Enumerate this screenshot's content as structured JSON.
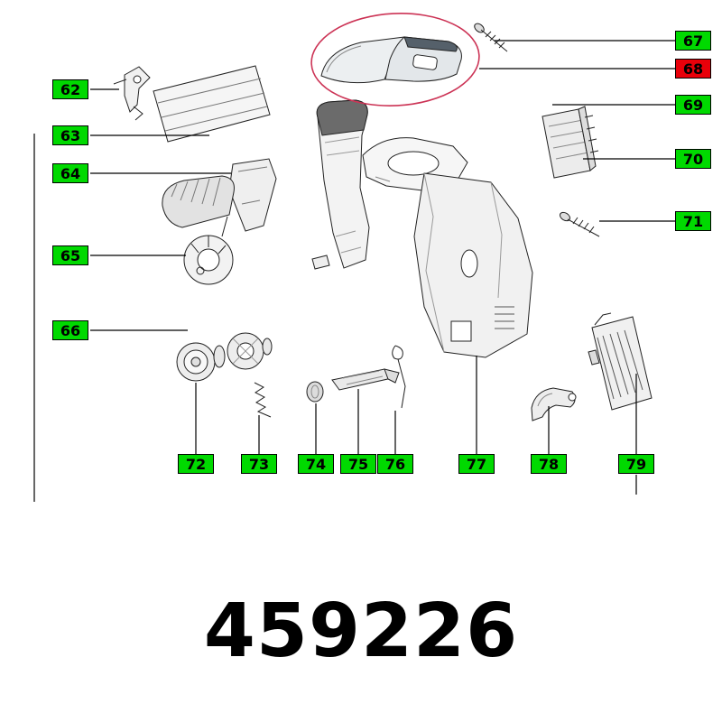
{
  "part_number": "459226",
  "colors": {
    "label_green": "#00d900",
    "label_red": "#e8000a",
    "highlight_ellipse": "#cc3355",
    "line_art": "#222222"
  },
  "labels": [
    {
      "text": "62",
      "variant": "green"
    },
    {
      "text": "63",
      "variant": "green"
    },
    {
      "text": "64",
      "variant": "green"
    },
    {
      "text": "65",
      "variant": "green"
    },
    {
      "text": "66",
      "variant": "green"
    },
    {
      "text": "67",
      "variant": "green"
    },
    {
      "text": "68",
      "variant": "red"
    },
    {
      "text": "69",
      "variant": "green"
    },
    {
      "text": "70",
      "variant": "green"
    },
    {
      "text": "71",
      "variant": "green"
    },
    {
      "text": "72",
      "variant": "green"
    },
    {
      "text": "73",
      "variant": "green"
    },
    {
      "text": "74",
      "variant": "green"
    },
    {
      "text": "75",
      "varivar": "green",
      "variant": "green"
    },
    {
      "text": "76",
      "variant": "green"
    },
    {
      "text": "77",
      "variant": "green"
    },
    {
      "text": "78",
      "variant": "green"
    },
    {
      "text": "79",
      "variant": "green"
    }
  ]
}
